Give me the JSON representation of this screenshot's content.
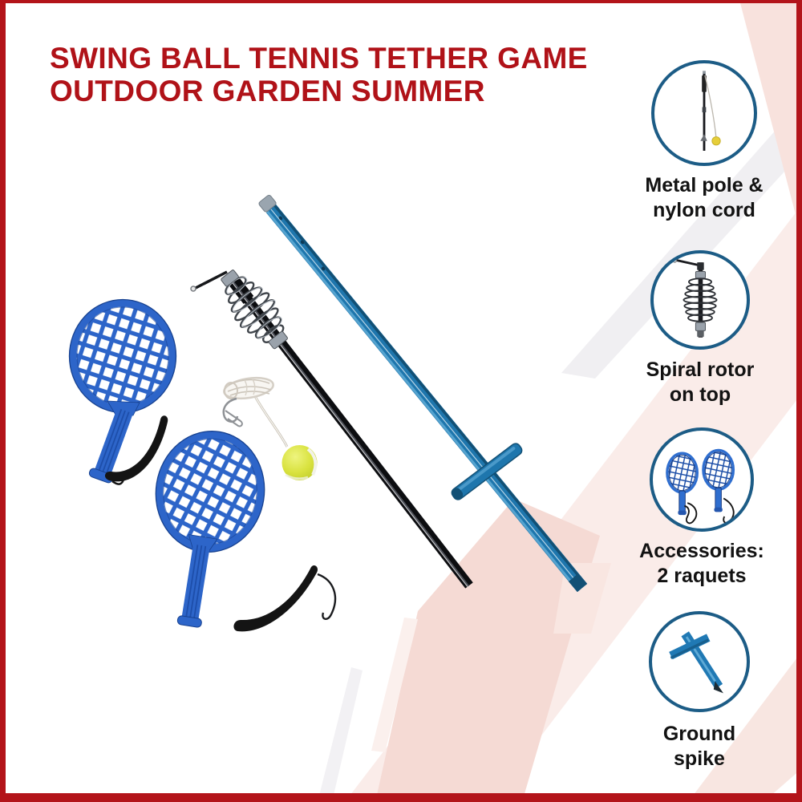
{
  "title": {
    "line1": "SWING BALL TENNIS TETHER GAME",
    "line2": "OUTDOOR GARDEN SUMMER"
  },
  "features": [
    {
      "label": "Metal pole &\nnylon cord",
      "icon": "metal-pole-cord-icon"
    },
    {
      "label": "Spiral rotor\non top",
      "icon": "spiral-rotor-icon"
    },
    {
      "label": "Accessories:\n2 raquets",
      "icon": "two-racquets-icon"
    },
    {
      "label": "Ground\nspike",
      "icon": "ground-spike-icon"
    }
  ],
  "photo_items": [
    "blue plastic racket with wrist strap",
    "second blue plastic racket with wrist strap",
    "tennis ball on nylon cord with clip",
    "black pole with spiral rotor spring",
    "blue metal pole with ground crossbar"
  ],
  "colors": {
    "title_red": "#b01218",
    "border_red": "#b3141a",
    "circle_outline_blue": "#1c5c86",
    "racket_blue": "#2d65c9",
    "pole_blue": "#1e76ad",
    "ball_yellow": "#d9e23f",
    "stripe_pink": "#f5dad4"
  }
}
